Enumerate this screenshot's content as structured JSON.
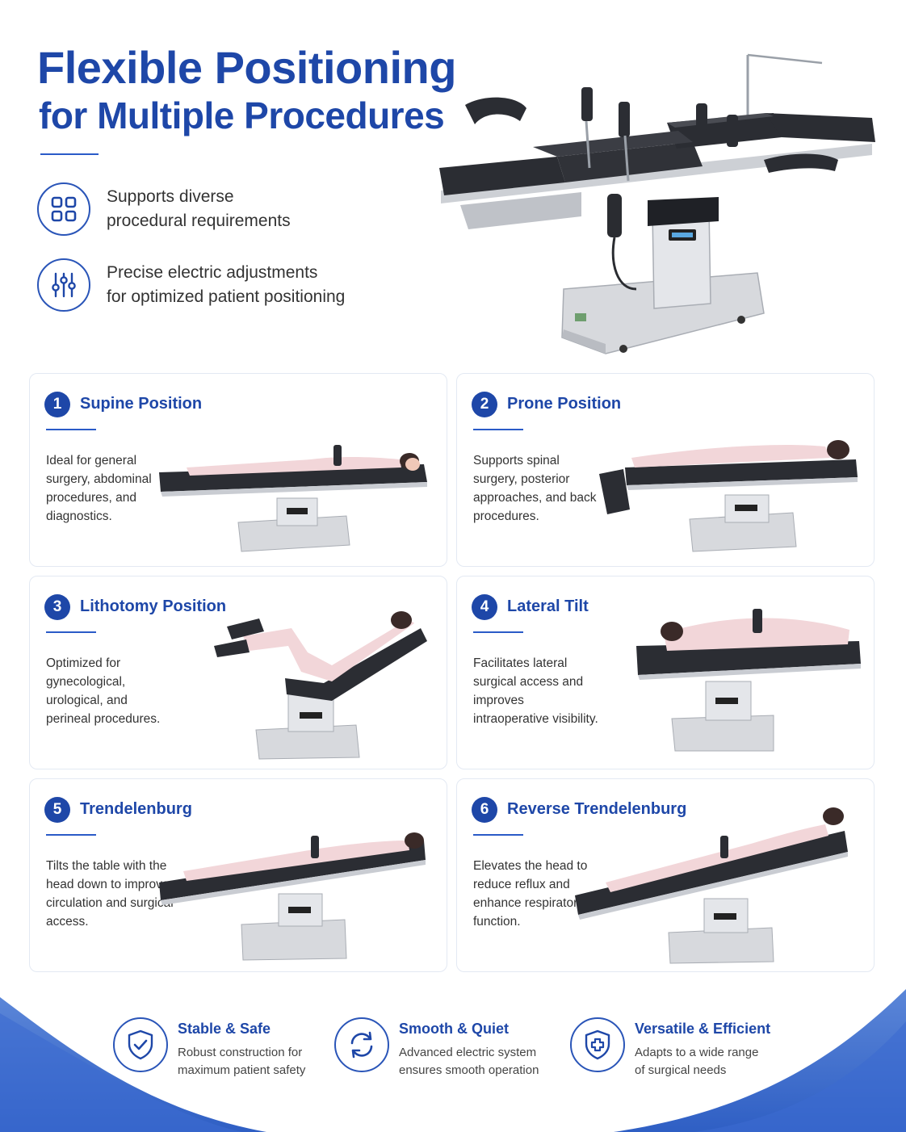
{
  "header": {
    "title_line1": "Flexible Positioning",
    "title_line2": "for Multiple Procedures"
  },
  "features": [
    {
      "icon": "grid-icon",
      "lines": [
        "Supports diverse",
        "procedural requirements"
      ]
    },
    {
      "icon": "sliders-icon",
      "lines": [
        "Precise electric adjustments",
        "for optimized patient positioning"
      ]
    }
  ],
  "positions": [
    {
      "number": "1",
      "title": "Supine Position",
      "description": "Ideal for general surgery, abdominal procedures, and diagnostics."
    },
    {
      "number": "2",
      "title": "Prone Position",
      "description": "Supports spinal surgery, posterior approaches, and back procedures."
    },
    {
      "number": "3",
      "title": "Lithotomy Position",
      "description": "Optimized for gynecological, urological, and perineal procedures."
    },
    {
      "number": "4",
      "title": "Lateral Tilt",
      "description": "Facilitates lateral surgical access and improves intraoperative visibility."
    },
    {
      "number": "5",
      "title": "Trendelenburg",
      "description": "Tilts the table with the head down to improve circulation and surgical access."
    },
    {
      "number": "6",
      "title": "Reverse Trendelenburg",
      "description": "Elevates the head to reduce reflux and enhance respiratory function."
    }
  ],
  "benefits": [
    {
      "icon": "shield-check-icon",
      "title": "Stable & Safe",
      "lines": [
        "Robust construction for",
        "maximum patient safety"
      ]
    },
    {
      "icon": "refresh-icon",
      "title": "Smooth & Quiet",
      "lines": [
        "Advanced electric system",
        "ensures smooth operation"
      ]
    },
    {
      "icon": "shield-plus-icon",
      "title": "Versatile & Efficient",
      "lines": [
        "Adapts to a wide range",
        "of surgical needs"
      ]
    }
  ],
  "colors": {
    "brand_blue": "#1e47a8",
    "accent_blue": "#2a5bc8",
    "mattress": "#2b2d33",
    "steel": "#c9ccd2",
    "patient": "#f2d6d9"
  }
}
